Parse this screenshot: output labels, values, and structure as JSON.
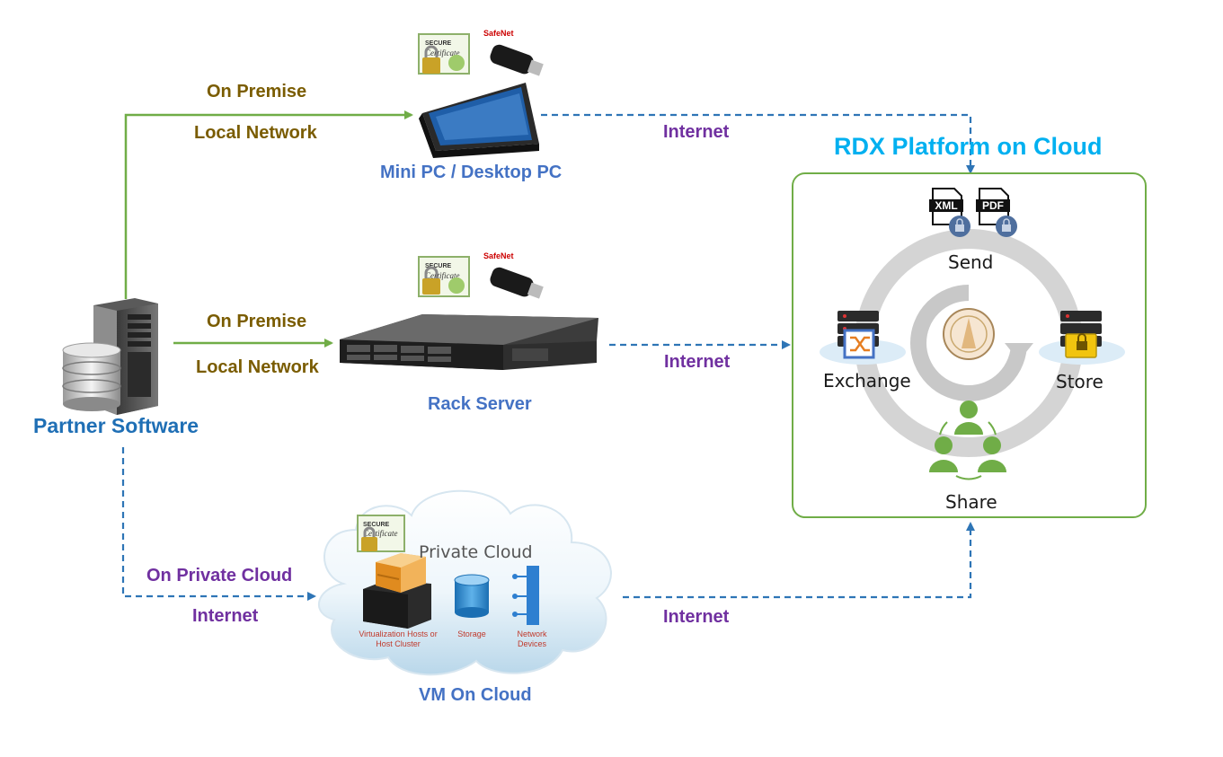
{
  "partner": {
    "label": "Partner Software"
  },
  "paths": {
    "top": {
      "line1": "On Premise",
      "line2": "Local Network",
      "internet": "Internet"
    },
    "middle": {
      "line1": "On Premise",
      "line2": "Local Network",
      "internet": "Internet"
    },
    "bottom": {
      "line1": "On Private Cloud",
      "line2": "Internet",
      "internet": "Internet"
    }
  },
  "devices": {
    "mini_pc": {
      "label": "Mini PC / Desktop PC",
      "cert_text": "SECURE",
      "cert_script": "Certificate",
      "token_brand": "SafeNet"
    },
    "rack_server": {
      "label": "Rack Server",
      "cert_text": "SECURE",
      "cert_script": "Certificate",
      "token_brand": "SafeNet"
    },
    "vm_cloud": {
      "label": "VM On Cloud",
      "cloud_title": "Private Cloud",
      "cert_text": "SECURE",
      "cert_script": "Certificate",
      "items": [
        {
          "label": "Virtualization Hosts or Host Cluster"
        },
        {
          "label": "Storage"
        },
        {
          "label": "Network Devices"
        }
      ]
    }
  },
  "platform": {
    "title": "RDX Platform on Cloud",
    "file_badges": [
      "XML",
      "PDF"
    ],
    "nodes": {
      "send": "Send",
      "exchange": "Exchange",
      "store": "Store",
      "share": "Share"
    }
  },
  "colors": {
    "green_line": "#70ad47",
    "blue_dash": "#2e75b6",
    "olive_text": "#7a5c00",
    "purple_text": "#7030a0",
    "blue_text": "#4472c4",
    "rdx_title": "#00b0f0",
    "partner_title": "#1f6fb5",
    "platform_border": "#70ad47"
  }
}
